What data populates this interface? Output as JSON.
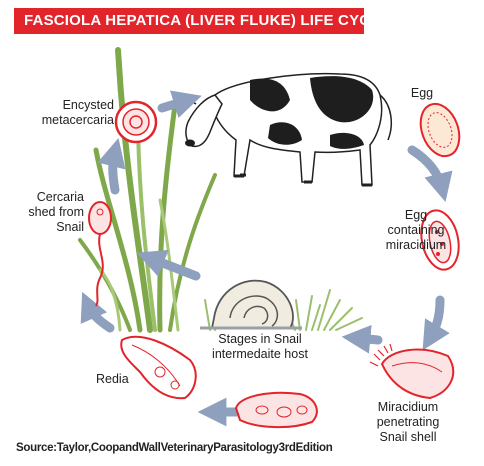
{
  "title": "FASCIOLA HEPATICA (LIVER FLUKE) LIFE CYCLE",
  "stages": {
    "egg": "Egg",
    "egg_miracidium": [
      "Egg",
      "containing",
      "miracidium"
    ],
    "miracidium": [
      "Miracidium",
      "penetrating",
      "Snail shell"
    ],
    "snail": [
      "Stages in Snail",
      "intermedaite host"
    ],
    "redia": "Redia",
    "cercaria": [
      "Cercaria",
      "shed from",
      "Snail"
    ],
    "metacercaria": [
      "Encysted",
      "metacercaria"
    ]
  },
  "source": "Source:Taylor,CoopandWallVeterinaryParasitology3rdEdition",
  "colors": {
    "title_bar": "#e2252b",
    "arrow": "#8ea0bd",
    "parasite": "#e2252b",
    "grass": "#7fa84a"
  }
}
